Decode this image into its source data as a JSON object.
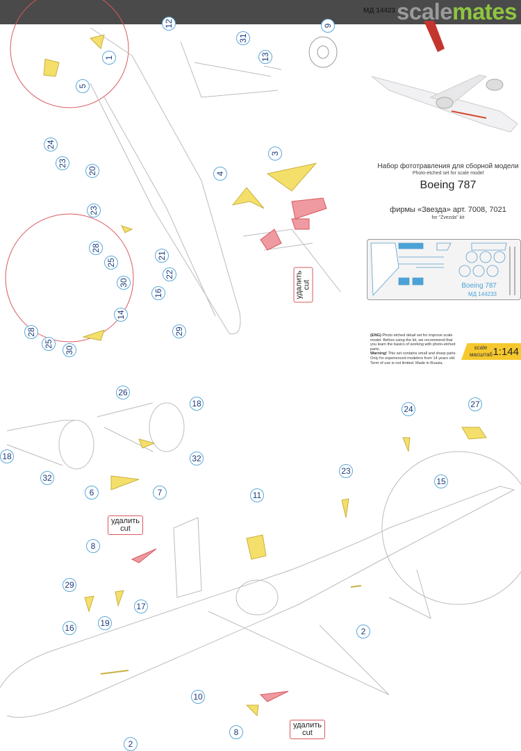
{
  "header": {
    "brand_part1": "scale",
    "brand_part2": "mates",
    "code": "МД 14423"
  },
  "title": {
    "ru": "Набор фототравления для сборной модели",
    "en": "Photo-etched set for scale model",
    "model": "Boeing 787",
    "kit_ru": "фирмы «Звезда» арт. 7008, 7021",
    "kit_en": "for \"Zvezda\" kit"
  },
  "fret": {
    "name": "Boeing 787",
    "code": "МД 144233"
  },
  "notice": {
    "eng_tag": "(ENG)",
    "line1": " Photo etched detail set for improve scale model. Before using the kit, we recommend that you learn the basics of working with photo-etched parts.",
    "warning_tag": "Warning!",
    "line2": " This set contains small and sharp parts. Only for experienced modelers from 14 years old. Term of use is not limited. Made in Russia."
  },
  "scale": {
    "label_en": "scale",
    "label_ru": "масштаб",
    "ratio": "1:144"
  },
  "cut_label": {
    "ru": "удалить",
    "en": "cut"
  },
  "callouts_top": [
    "1",
    "5",
    "12",
    "31",
    "13",
    "9",
    "24",
    "23",
    "20",
    "4",
    "3",
    "23",
    "21",
    "22",
    "16",
    "28",
    "25",
    "30",
    "14",
    "28",
    "25",
    "30",
    "29"
  ],
  "callouts_bottom": [
    "26",
    "18",
    "18",
    "32",
    "32",
    "6",
    "7",
    "24",
    "27",
    "23",
    "15",
    "11",
    "8",
    "29",
    "19",
    "17",
    "16",
    "2",
    "10",
    "2",
    "8"
  ],
  "colors": {
    "part_brass": "#f3df6a",
    "part_resin": "#ee9aa0",
    "callout_ring": "#5aa8d8",
    "cut_border": "#d9575e"
  }
}
